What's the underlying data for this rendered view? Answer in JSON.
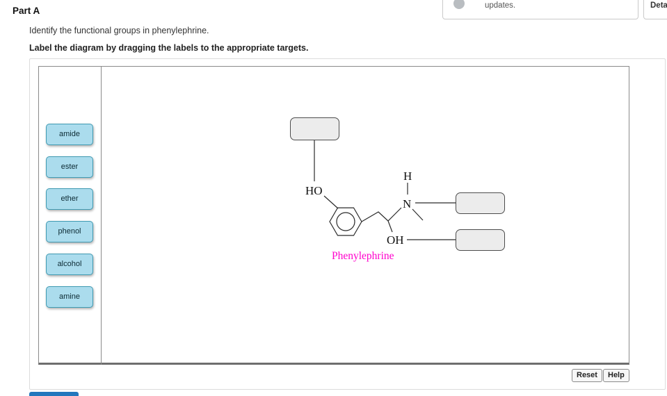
{
  "top_bar": {
    "updates_label": "updates.",
    "details_label": "Details"
  },
  "page": {
    "part_title": "Part A",
    "question": "Identify the functional groups in phenylephrine.",
    "directions": "Label the diagram by dragging the labels to the appropriate targets."
  },
  "label_bin": {
    "labels": [
      "amide",
      "ester",
      "ether",
      "phenol",
      "alcohol",
      "amine"
    ]
  },
  "diagram": {
    "molecule_name": "Phenylephrine",
    "atoms": {
      "ring_hydroxyl": "HO",
      "amine_hydrogen": "H",
      "nitrogen": "N",
      "chain_hydroxyl": "OH"
    },
    "drop_target_count": 3
  },
  "footer": {
    "reset_label": "Reset",
    "help_label": "Help"
  },
  "colors": {
    "drag_label_fill": "#abdced",
    "drag_label_border": "#3f9ab2",
    "drop_target_fill": "#ececec",
    "molecule_name_color": "#ff00cc",
    "submit_bar_blue": "#2277bd"
  }
}
